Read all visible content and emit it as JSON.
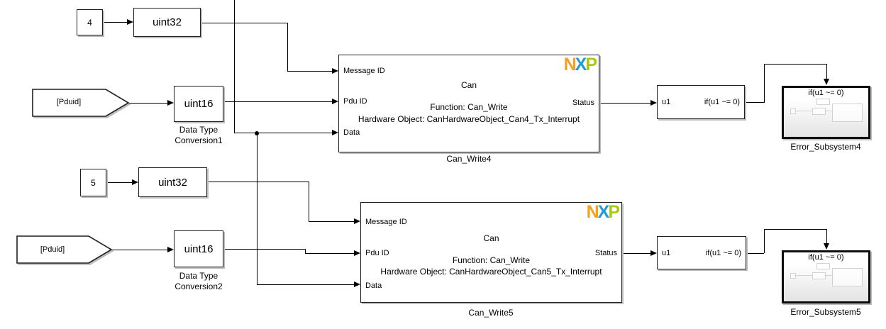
{
  "colors": {
    "background": "#ffffff",
    "wire": "#000000",
    "block_border": "#1f1f1f",
    "block_fill": "#ffffff",
    "block_shadow": "#bdbdbd",
    "subsystem_gradient_bottom": "#e3e3e3",
    "subsystem_preview": "#d2d2d2",
    "nxp_orange": "#F6A01E",
    "nxp_blue": "#1E9CD7",
    "nxp_green": "#A8C90E"
  },
  "logo": {
    "letter_n": "N",
    "letter_x": "X",
    "letter_p": "P"
  },
  "rows": {
    "top": {
      "constant_value": "4",
      "uint32_label": "uint32",
      "from_tag": "[Pduid]",
      "uint16_label": "uint16",
      "conversion_line1": "Data Type",
      "conversion_line2": "Conversion1",
      "can_block": {
        "port_message_id": "Message ID",
        "port_pdu_id": "Pdu ID",
        "port_data": "Data",
        "port_status": "Status",
        "title": "Can",
        "function_line": "Function: Can_Write",
        "hardware_line": "Hardware Object: CanHardwareObject_Can4_Tx_Interrupt",
        "block_name": "Can_Write4"
      },
      "if_block": {
        "input_label": "u1",
        "condition_label": "if(u1 ~= 0)"
      },
      "error_subsystem": {
        "condition_label": "if(u1 ~= 0)",
        "block_name": "Error_Subsystem4"
      }
    },
    "bottom": {
      "constant_value": "5",
      "uint32_label": "uint32",
      "from_tag": "[Pduid]",
      "uint16_label": "uint16",
      "conversion_line1": "Data Type",
      "conversion_line2": "Conversion2",
      "can_block": {
        "port_message_id": "Message ID",
        "port_pdu_id": "Pdu ID",
        "port_data": "Data",
        "port_status": "Status",
        "title": "Can",
        "function_line": "Function: Can_Write",
        "hardware_line": "Hardware Object: CanHardwareObject_Can5_Tx_Interrupt",
        "block_name": "Can_Write5"
      },
      "if_block": {
        "input_label": "u1",
        "condition_label": "if(u1 ~= 0)"
      },
      "error_subsystem": {
        "condition_label": "if(u1 ~= 0)",
        "block_name": "Error_Subsystem5"
      }
    }
  }
}
